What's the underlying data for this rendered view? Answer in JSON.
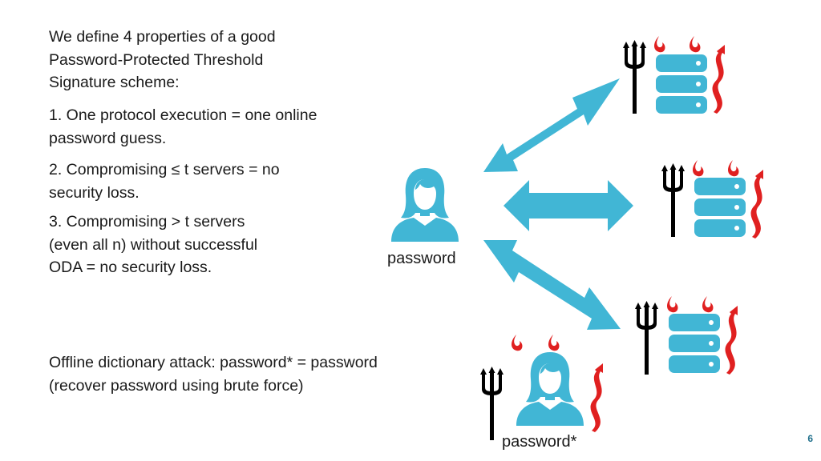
{
  "intro": {
    "lines": [
      "We define 4 properties of a good",
      "Password-Protected Threshold",
      "Signature scheme:"
    ]
  },
  "properties": [
    {
      "lines": [
        "1. One protocol execution = one online",
        "password guess."
      ]
    },
    {
      "lines": [
        "2. Compromising ≤ t servers = no",
        "security loss."
      ]
    },
    {
      "lines": [
        "3. Compromising > t servers",
        "(even all n) without successful",
        "ODA = no security loss."
      ]
    }
  ],
  "oda": {
    "lines": [
      "Offline dictionary attack: password* = password",
      "(recover password using brute force)"
    ]
  },
  "diagram": {
    "user_label": "password",
    "attacker_label": "password*"
  },
  "page_number": "6",
  "colors": {
    "accent": "#41b6d5",
    "devil": "#e02020",
    "trident": "#000000",
    "text": "#1a1a1a"
  }
}
